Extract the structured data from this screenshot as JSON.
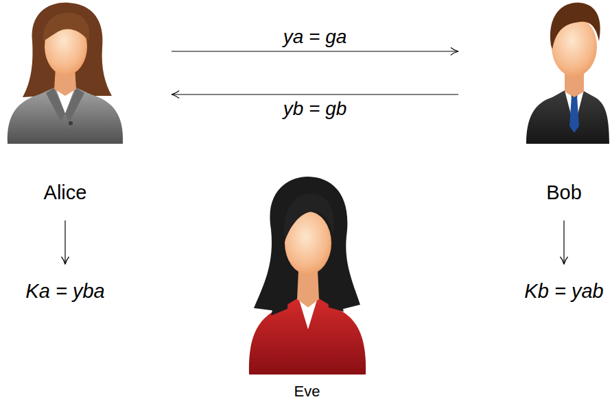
{
  "diagram": {
    "nodes": [
      {
        "text": [
          "Alice"
        ]
      },
      {
        "text": [
          "Bob"
        ]
      },
      {
        "text": [
          "Ka = yba"
        ]
      },
      {
        "text": [
          "Kb = yab"
        ]
      },
      {
        "text": [
          "Eve"
        ]
      }
    ],
    "edges": [
      {
        "from": 0,
        "to": 1,
        "arrow": "to",
        "label": "ya = ga"
      },
      {
        "from": 1,
        "to": 0,
        "arrow": "to",
        "label": "yb = gb"
      },
      {
        "from": 0,
        "to": 2,
        "arrow": "to"
      },
      {
        "from": 1,
        "to": 3,
        "arrow": "to"
      }
    ]
  }
}
